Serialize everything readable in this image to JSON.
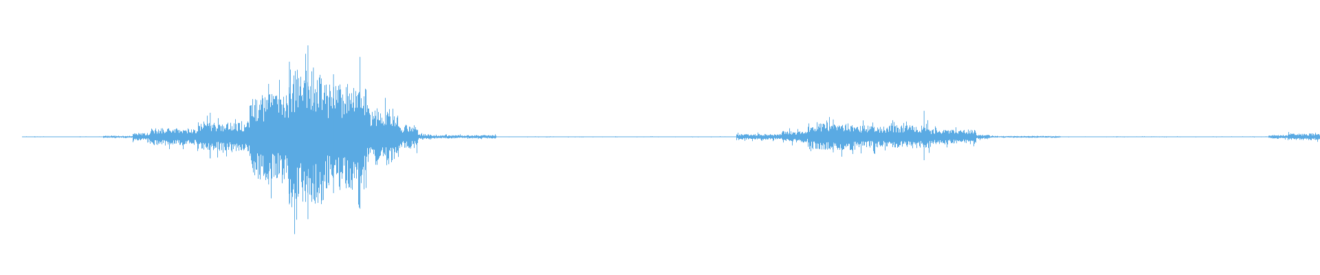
{
  "waveform": {
    "color": "#5AAAE3",
    "background": "#ffffff",
    "segments": [
      {
        "from": 0.0,
        "to": 0.062,
        "amp": 0.004
      },
      {
        "from": 0.062,
        "to": 0.085,
        "amp": 0.012
      },
      {
        "from": 0.085,
        "to": 0.098,
        "amp": 0.04
      },
      {
        "from": 0.098,
        "to": 0.135,
        "amp": 0.09
      },
      {
        "from": 0.135,
        "to": 0.175,
        "amp": 0.15
      },
      {
        "from": 0.175,
        "to": 0.205,
        "amp": 0.45
      },
      {
        "from": 0.205,
        "to": 0.235,
        "amp": 0.7
      },
      {
        "from": 0.235,
        "to": 0.265,
        "amp": 0.55
      },
      {
        "from": 0.265,
        "to": 0.29,
        "amp": 0.3
      },
      {
        "from": 0.29,
        "to": 0.305,
        "amp": 0.12
      },
      {
        "from": 0.305,
        "to": 0.315,
        "amp": 0.03
      },
      {
        "from": 0.315,
        "to": 0.365,
        "amp": 0.018
      },
      {
        "from": 0.365,
        "to": 0.55,
        "amp": 0.004
      },
      {
        "from": 0.55,
        "to": 0.585,
        "amp": 0.03
      },
      {
        "from": 0.585,
        "to": 0.605,
        "amp": 0.06
      },
      {
        "from": 0.605,
        "to": 0.645,
        "amp": 0.14
      },
      {
        "from": 0.645,
        "to": 0.7,
        "amp": 0.12
      },
      {
        "from": 0.7,
        "to": 0.735,
        "amp": 0.08
      },
      {
        "from": 0.735,
        "to": 0.745,
        "amp": 0.025
      },
      {
        "from": 0.745,
        "to": 0.8,
        "amp": 0.01
      },
      {
        "from": 0.8,
        "to": 0.96,
        "amp": 0.004
      },
      {
        "from": 0.96,
        "to": 0.975,
        "amp": 0.02
      },
      {
        "from": 0.975,
        "to": 1.0,
        "amp": 0.035
      }
    ],
    "peaks": [
      {
        "at": 0.2203,
        "amp": 0.95
      },
      {
        "at": 0.2604,
        "amp": 0.83
      },
      {
        "at": 0.206,
        "amp": 0.78
      },
      {
        "at": 0.2245,
        "amp": 0.72
      },
      {
        "at": 0.24,
        "amp": 0.65
      },
      {
        "at": 0.19,
        "amp": 0.55
      },
      {
        "at": 0.695,
        "amp": 0.27
      },
      {
        "at": 0.625,
        "amp": 0.18
      },
      {
        "at": 0.145,
        "amp": 0.25
      }
    ]
  }
}
